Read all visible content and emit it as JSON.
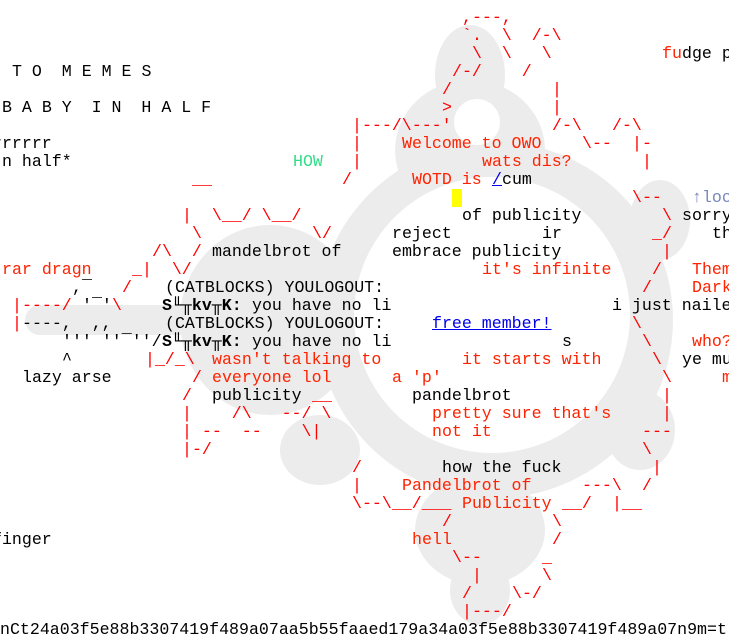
{
  "colors": {
    "text": "#000000",
    "red_text": "#ff2200",
    "art": "#ff0000",
    "green": "#33dd88",
    "link": "#0000ee",
    "slate": "#7788bb",
    "blob": "#ececec",
    "cursor": "#ffff00"
  },
  "left": {
    "to_memes": "T O  M E M E S",
    "baby_in_half": "B A B Y  I N  H A L F",
    "rrrr": "rrrrrr",
    "n_half": "n half*",
    "rar_dragn": "rar dragn",
    "lazy_arse": "lazy arse",
    "finger": "finger",
    "how": "HOW"
  },
  "chat": {
    "welcome": "Welcome to OWO",
    "wats_dis": "wats dis?",
    "wotd_prefix": "WOTD is ",
    "wotd_link": "/",
    "wotd_word": "cum",
    "of_publicity": "of publicity",
    "reject": "reject",
    "ir": "ir",
    "mandelbrot_of": "mandelbrot of",
    "embrace": "embrace publicity",
    "infinite": "it's infinite",
    "catblocks_1": "(CATBLOCKS) YOULOGOUT:",
    "user_1": "S╙╥kv╥K:",
    "msg_1": "you have no li",
    "catblocks_2": "(CATBLOCKS) YOULOGOUT:",
    "free_member": "free member!",
    "user_2": "S╙╥kv╥K:",
    "msg_2": "you have no li",
    "s": "s",
    "wasnt_talking": "wasn't talking to",
    "everyone_lol": "everyone lol",
    "starts_with": "it starts with",
    "a_p": "a 'p'",
    "publicity": "publicity",
    "pandelbrot": "pandelbrot",
    "pretty_sure": "pretty sure that's",
    "not_it": "not it",
    "how_the_fuck": "how the fuck",
    "pandelbrot_of": "Pandelbrot of",
    "publicity_cap": "Publicity",
    "hell": "hell"
  },
  "right": {
    "fudge_red": "fu",
    "fudge_rest": "dge p",
    "lock": "↑loc",
    "sorry": "sorry",
    "th": "th",
    "them": "Them",
    "dark": "Dark",
    "nailed": "i just naile",
    "who": "who?",
    "ye_mu": "ye mu",
    "m": "m"
  },
  "footer": {
    "hash": "nCt24a03f5e88b3307419f489a07aa5b55faaed179a34a03f5e88b3307419f489a07n9m=t"
  },
  "art": {
    "a1": ",---,",
    "a2": "`.  \\  /-\\",
    "a3": "\\  \\   \\",
    "a4": "/-/    /",
    "a5": "/",
    "a6": "|",
    "a7": ">",
    "a8": "|",
    "a9": "|---/\\---'",
    "a10": "/-\\",
    "a11": "/-\\",
    "a12": "|",
    "a13": "\\--",
    "a14": "|-",
    "a15": "|",
    "a16": "|",
    "a17": "__",
    "a18": "/",
    "a19": "\\--",
    "a20": "|  \\__/ \\__/",
    "a21": "\\",
    "a22": "\\",
    "a23": "\\/",
    "a24": "_/",
    "a25": "/\\  /",
    "a26": "|",
    "a27": "_|  \\/",
    "a28": "/",
    "a29": "/",
    "a30": "/",
    "a31": "|----/",
    "a32": "\\",
    "a33": "|",
    "a34": "\\",
    "a35": "\\",
    "a36": "|_/_\\",
    "a37": "\\",
    "a38": "/",
    "a39": "\\",
    "a40": "/",
    "a41": "_",
    "a42": "|",
    "a43": "|    /\\   --/ \\",
    "a44": "|",
    "a45": "| --  --    \\|",
    "a46": "---",
    "a47": "|-/",
    "a48": "\\",
    "a49": "/",
    "a50": "|",
    "a51": "|",
    "a52": "---\\",
    "a53": "/",
    "a54": "\\--\\__/___",
    "a55": "__/",
    "a56": "|__",
    "a57": "/",
    "a58": "\\",
    "a59": "/",
    "a60": "\\--",
    "a61": "_",
    "a62": "|",
    "a63": "\\",
    "a64": "/",
    "a65": "\\-/",
    "a66": "|---/",
    "a67": "_",
    "d1": ",‾",
    "d2": "'‾'",
    "d3": "----,  ,,",
    "d4": "''' ''‾''/",
    "d5": "^"
  }
}
